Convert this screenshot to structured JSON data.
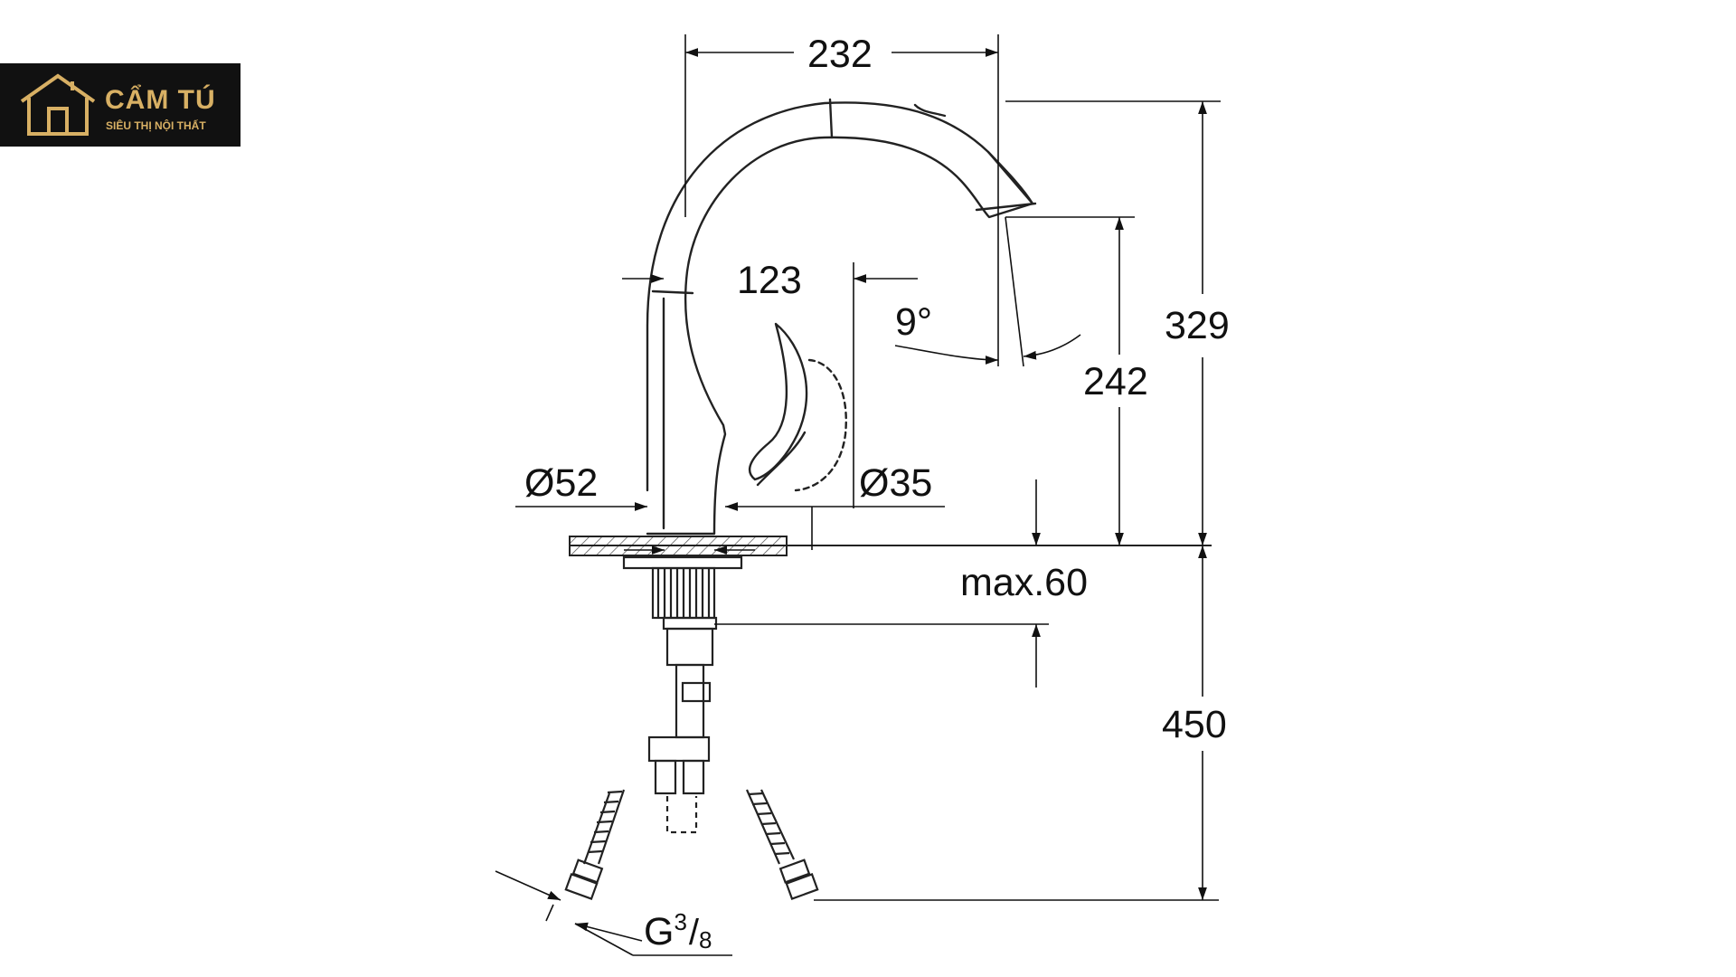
{
  "logo": {
    "name": "CẨM TÚ",
    "tagline": "SIÊU THỊ NỘI THẤT",
    "color": "#d8b064",
    "icon": "house-icon"
  },
  "dimensions": {
    "spout_reach": "232",
    "inner_offset": "123",
    "swivel_angle": "9°",
    "total_height": "329",
    "outlet_height": "242",
    "base_diameter": "Ø52",
    "hole_diameter": "Ø35",
    "max_thickness": "max.60",
    "hose_length": "450",
    "connection_g": "G",
    "connection_num": "3",
    "connection_sep": "/",
    "connection_den": "8"
  }
}
